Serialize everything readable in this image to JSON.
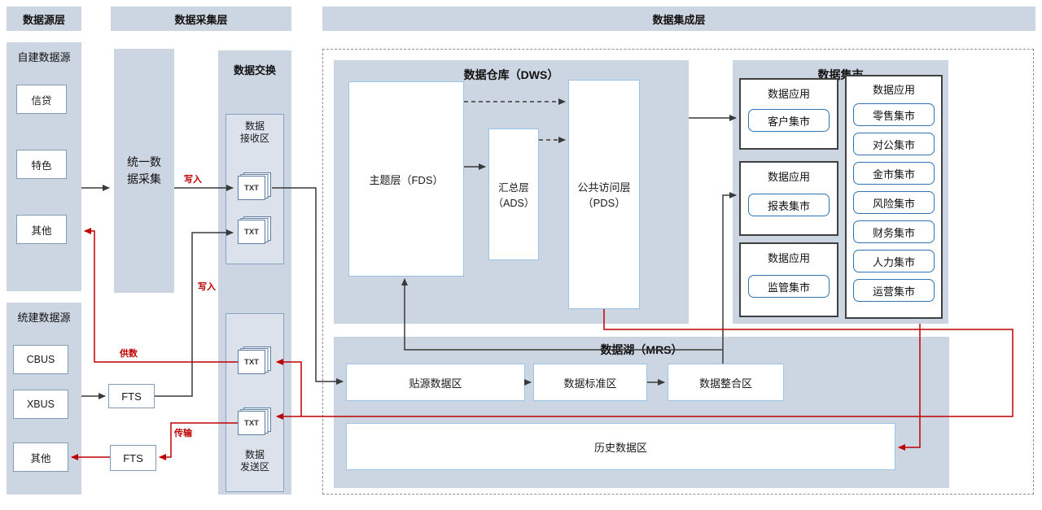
{
  "headers": {
    "source_layer": "数据源层",
    "collection_layer": "数据采集层",
    "integration_layer": "数据集成层"
  },
  "source_layer": {
    "self_built": {
      "title": "自建数据源",
      "items": [
        "信贷",
        "特色",
        "其他"
      ]
    },
    "unified_built": {
      "title": "统建数据源",
      "items": [
        "CBUS",
        "XBUS",
        "其他"
      ]
    }
  },
  "collection_layer": {
    "unified_collection": "统一数\n据采集",
    "fts_upper": "FTS",
    "fts_lower": "FTS",
    "exchange": {
      "title": "数据交换",
      "receive_zone_label": "数据\n接收区",
      "send_zone_label": "数据\n发送区",
      "txt_label": "TXT"
    }
  },
  "integration_layer": {
    "dws": {
      "title": "数据仓库（DWS）",
      "fds": "主题层（FDS）",
      "ads": "汇总层\n（ADS）",
      "pds": "公共访问层\n（PDS）"
    },
    "marts": {
      "title": "数据集市",
      "left_groups": [
        {
          "app_label": "数据应用",
          "item": "客户集市"
        },
        {
          "app_label": "数据应用",
          "item": "报表集市"
        },
        {
          "app_label": "数据应用",
          "item": "监管集市"
        }
      ],
      "right_group": {
        "app_label": "数据应用",
        "items": [
          "零售集市",
          "对公集市",
          "金市集市",
          "风险集市",
          "财务集市",
          "人力集市",
          "运营集市"
        ]
      }
    },
    "mrs": {
      "title": "数据湖（MRS）",
      "zones": [
        "贴源数据区",
        "数据标准区",
        "数据整合区"
      ],
      "history_zone": "历史数据区"
    }
  },
  "edge_labels": {
    "write_upper": "写入",
    "write_lower": "写入",
    "supply": "供数",
    "transfer": "传输"
  },
  "colors": {
    "panel_blue": "#ccd5e2",
    "accent_blue": "#2e74b5",
    "arrow_black": "#3a3a3a",
    "arrow_red": "#c00000"
  }
}
